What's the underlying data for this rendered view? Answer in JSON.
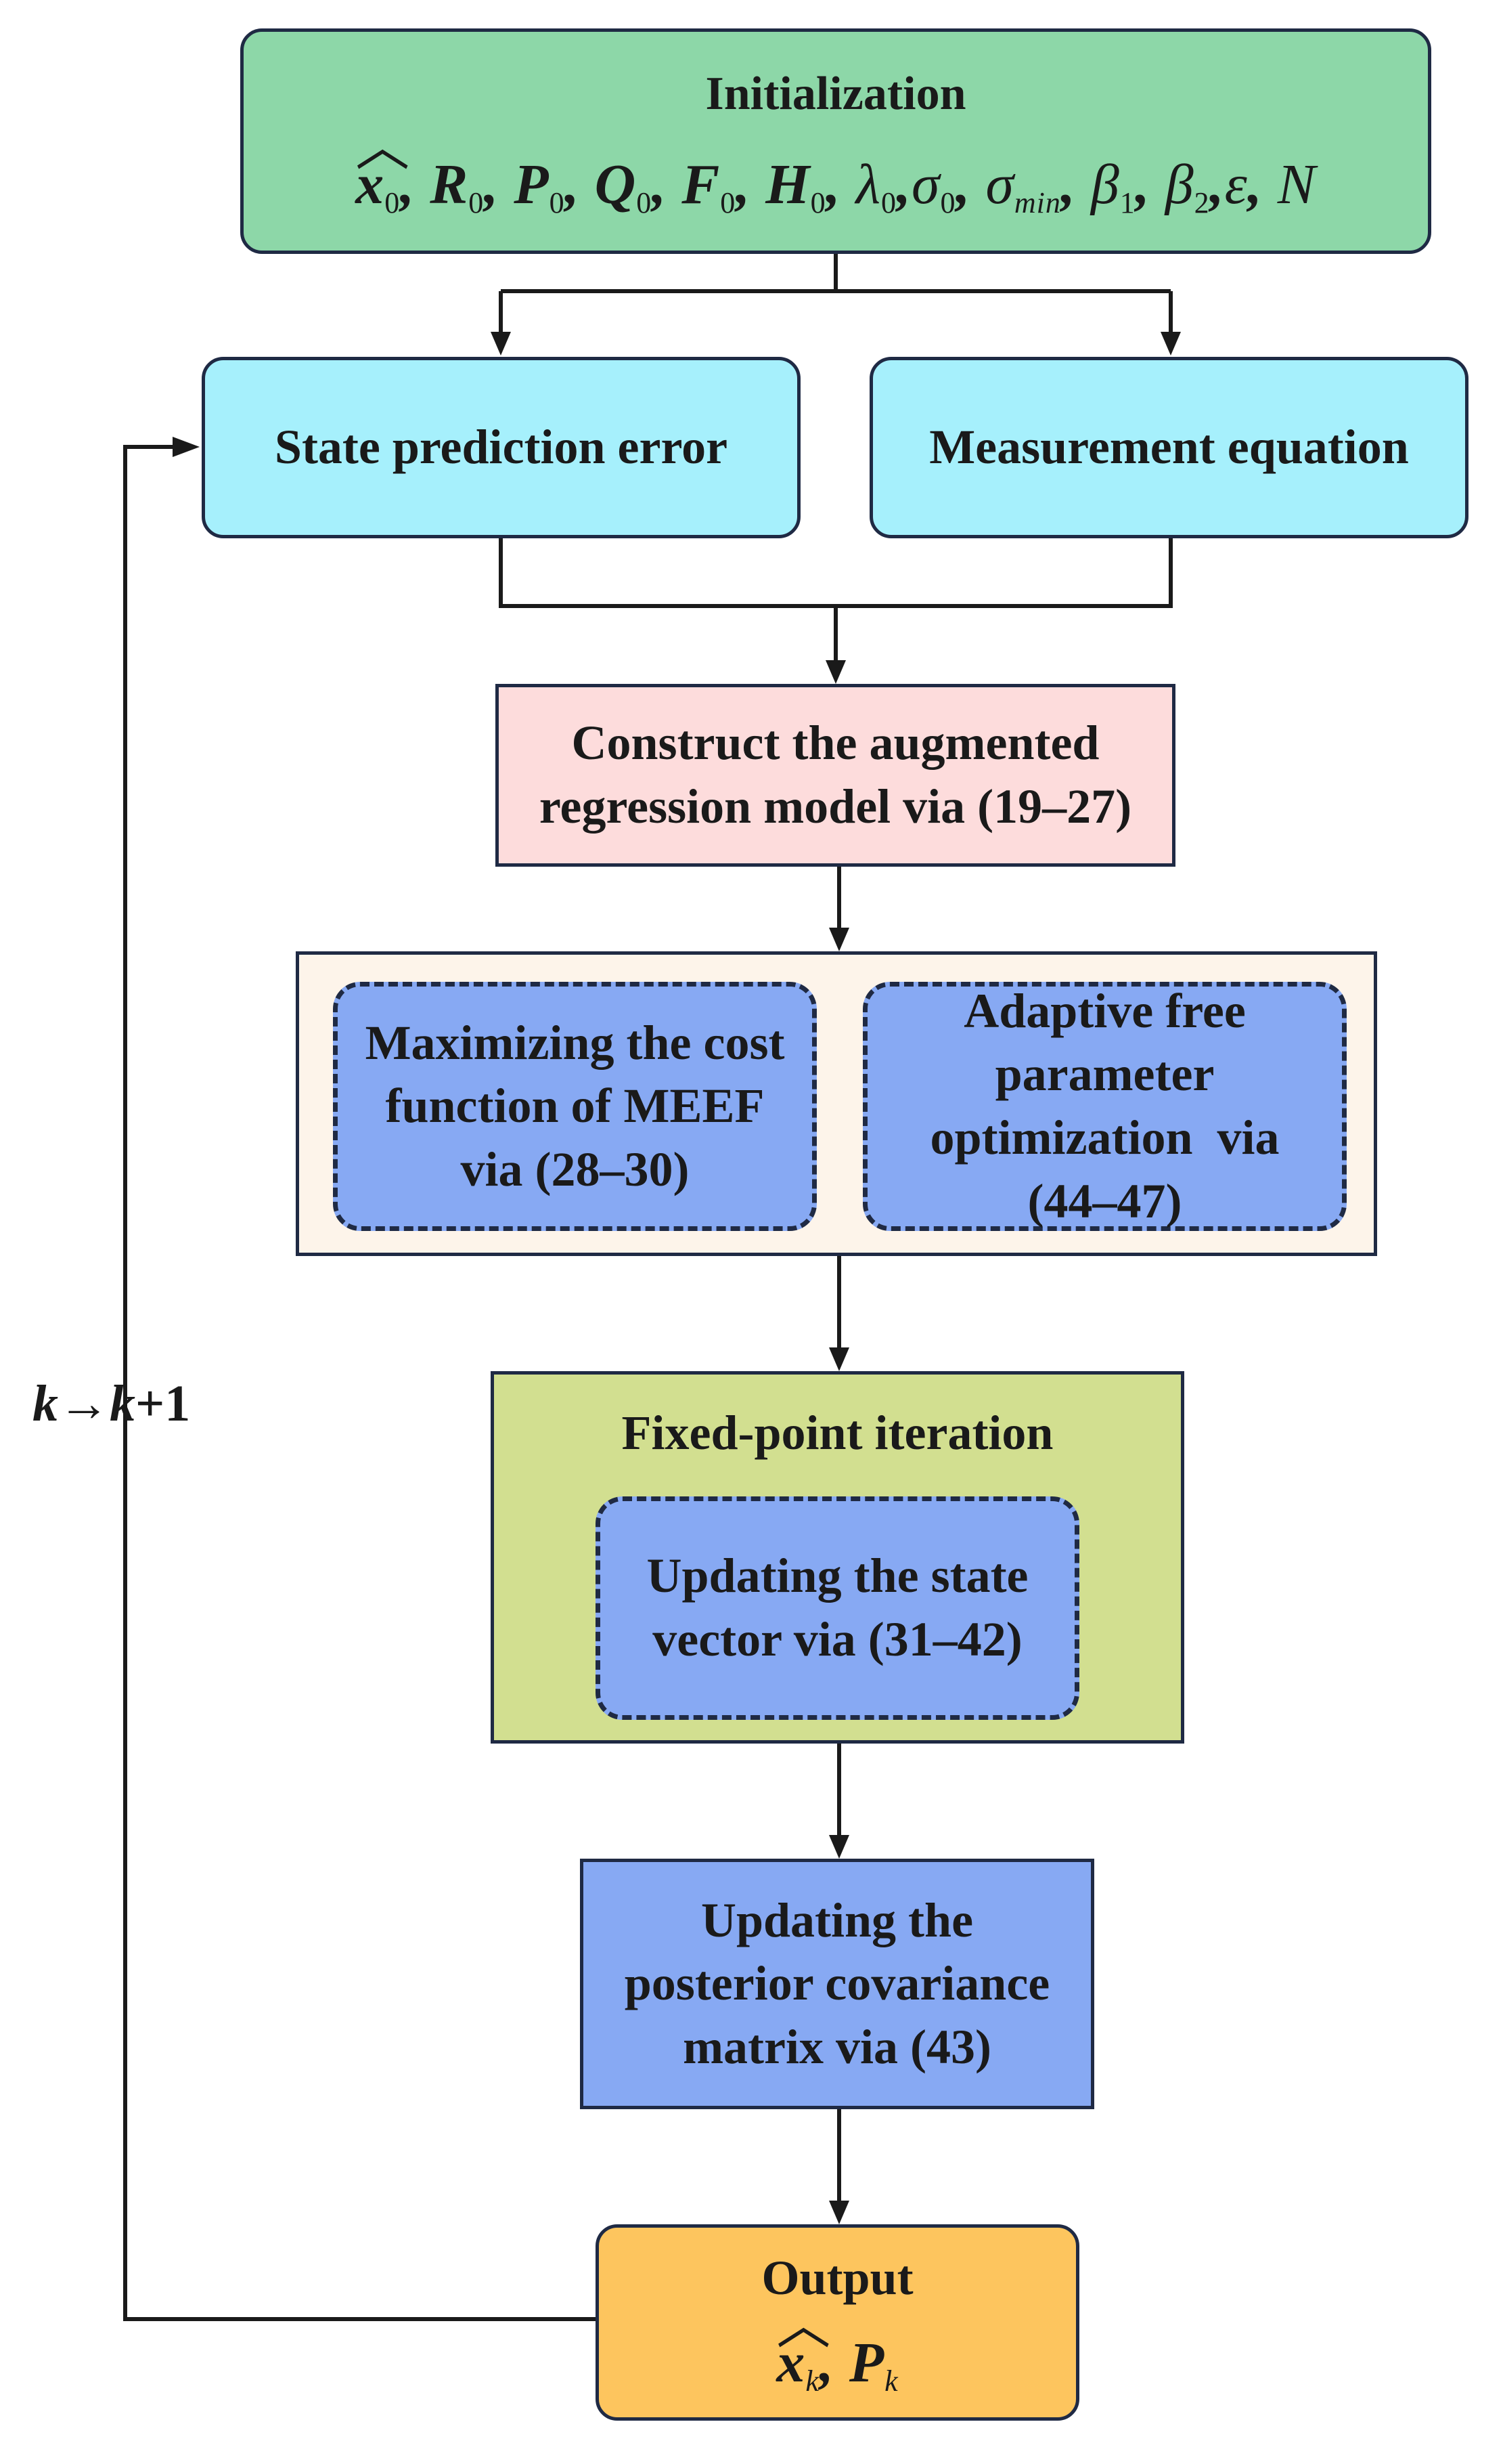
{
  "initialization": {
    "title": "Initialization",
    "symbols": [
      "x",
      "R",
      "P",
      "Q",
      "F",
      "H",
      "λ",
      "σ",
      "σ",
      "β",
      "β",
      "ε",
      "N"
    ],
    "subscripts": [
      "0",
      "0",
      "0",
      "0",
      "0",
      "0",
      "0",
      "0",
      "min",
      "1",
      "2"
    ]
  },
  "state_prediction": {
    "label": "State prediction error"
  },
  "measurement": {
    "label": "Measurement equation"
  },
  "augmented": {
    "line1": "Construct the augmented",
    "line2": "regression model via (19–27)"
  },
  "meef": {
    "line1": "Maximizing the cost",
    "line2": "function of MEEF",
    "line3": "via (28–30)"
  },
  "adaptive": {
    "line1": "Adaptive free",
    "line2": "parameter",
    "line3": "optimization  via",
    "line4": "(44–47)"
  },
  "fixed_point": {
    "title": "Fixed-point iteration"
  },
  "state_update": {
    "line1": "Updating the state",
    "line2": "vector via (31–42)"
  },
  "covariance": {
    "line1": "Updating the",
    "line2": "posterior covariance",
    "line3": "matrix via (43)"
  },
  "output": {
    "title": "Output",
    "symbols": [
      "x",
      "P"
    ],
    "subscripts": [
      "k",
      "k"
    ]
  },
  "loop": {
    "k1": "k",
    "arrow": "→",
    "k2": "k",
    "plus": "+1"
  },
  "colors": {
    "init": "#8dd7a8",
    "cyan": "#a6f0fc",
    "pink": "#fddcdc",
    "cream": "#fdf4ea",
    "blue": "#87a9f3",
    "olive": "#d2df90",
    "orange": "#fdc55e",
    "border": "#1f2a44"
  }
}
